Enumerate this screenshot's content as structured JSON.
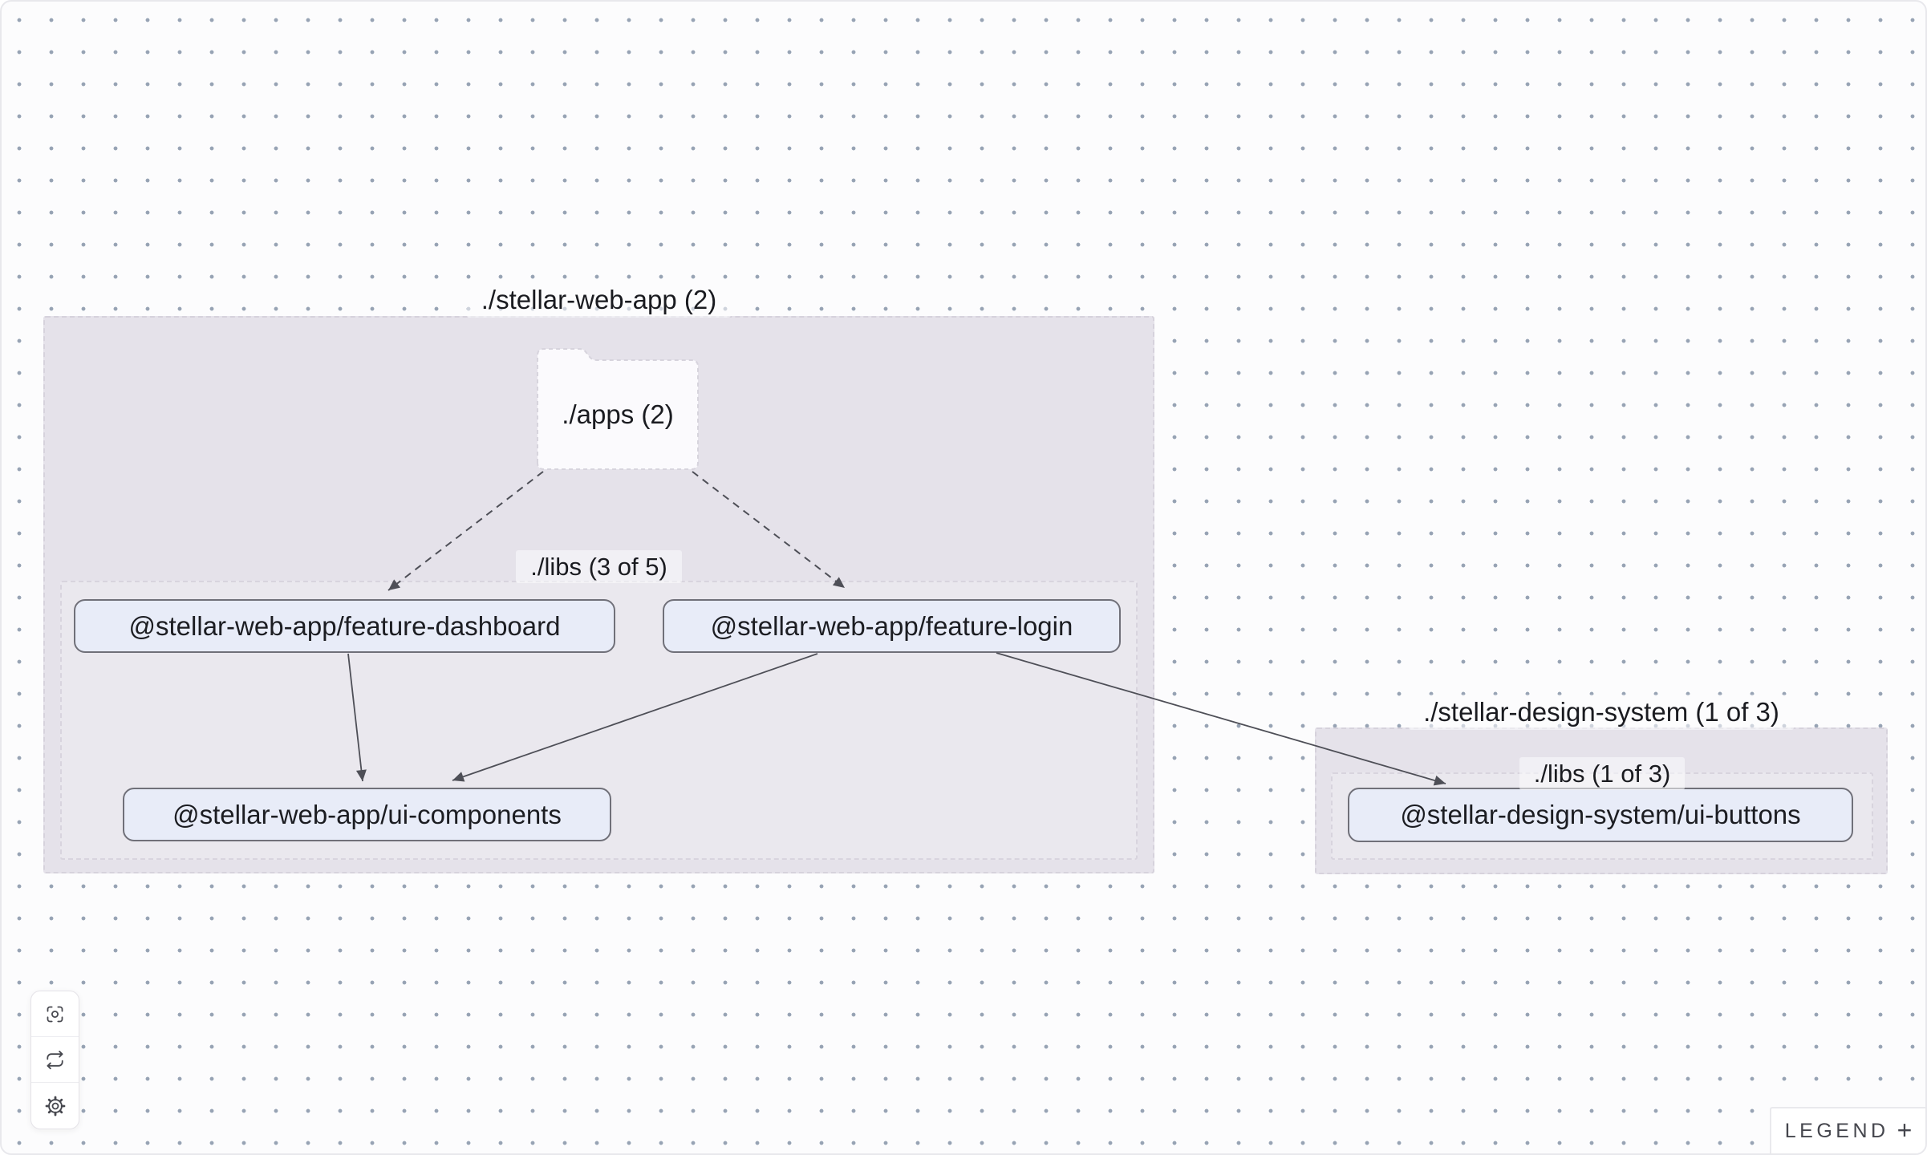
{
  "canvas": {
    "background_color": "#fcfcfd",
    "dot_color": "#97a3b4"
  },
  "workspace_groups": [
    {
      "id": "stellar-web-app",
      "label": "./stellar-web-app (2)"
    },
    {
      "id": "stellar-web-app-libs",
      "label": "./libs (3 of 5)"
    },
    {
      "id": "stellar-design-system",
      "label": "./stellar-design-system (1 of 3)"
    },
    {
      "id": "stellar-design-system-libs",
      "label": "./libs (1 of 3)"
    }
  ],
  "folder_node": {
    "label": "./apps (2)"
  },
  "project_nodes": [
    {
      "label": "@stellar-web-app/feature-dashboard"
    },
    {
      "label": "@stellar-web-app/feature-login"
    },
    {
      "label": "@stellar-web-app/ui-components"
    },
    {
      "label": "@stellar-design-system/ui-buttons"
    }
  ],
  "edges": [
    {
      "from": "./apps (2)",
      "to": "@stellar-web-app/feature-dashboard",
      "style": "dashed"
    },
    {
      "from": "./apps (2)",
      "to": "@stellar-web-app/feature-login",
      "style": "dashed"
    },
    {
      "from": "@stellar-web-app/feature-dashboard",
      "to": "@stellar-web-app/ui-components",
      "style": "solid"
    },
    {
      "from": "@stellar-web-app/feature-login",
      "to": "@stellar-web-app/ui-components",
      "style": "solid"
    },
    {
      "from": "@stellar-web-app/feature-login",
      "to": "@stellar-design-system/ui-buttons",
      "style": "solid"
    }
  ],
  "colors": {
    "group_fill": "#e5e2ea",
    "node_fill": "#e8ecf8",
    "node_border": "#707079",
    "edge_color": "#4e4f57"
  },
  "toolbar": {
    "buttons": [
      {
        "icon": "focus-icon"
      },
      {
        "icon": "refresh-icon"
      },
      {
        "icon": "gear-icon"
      }
    ]
  },
  "legend": {
    "label": "LEGEND",
    "expand_symbol": "+"
  }
}
